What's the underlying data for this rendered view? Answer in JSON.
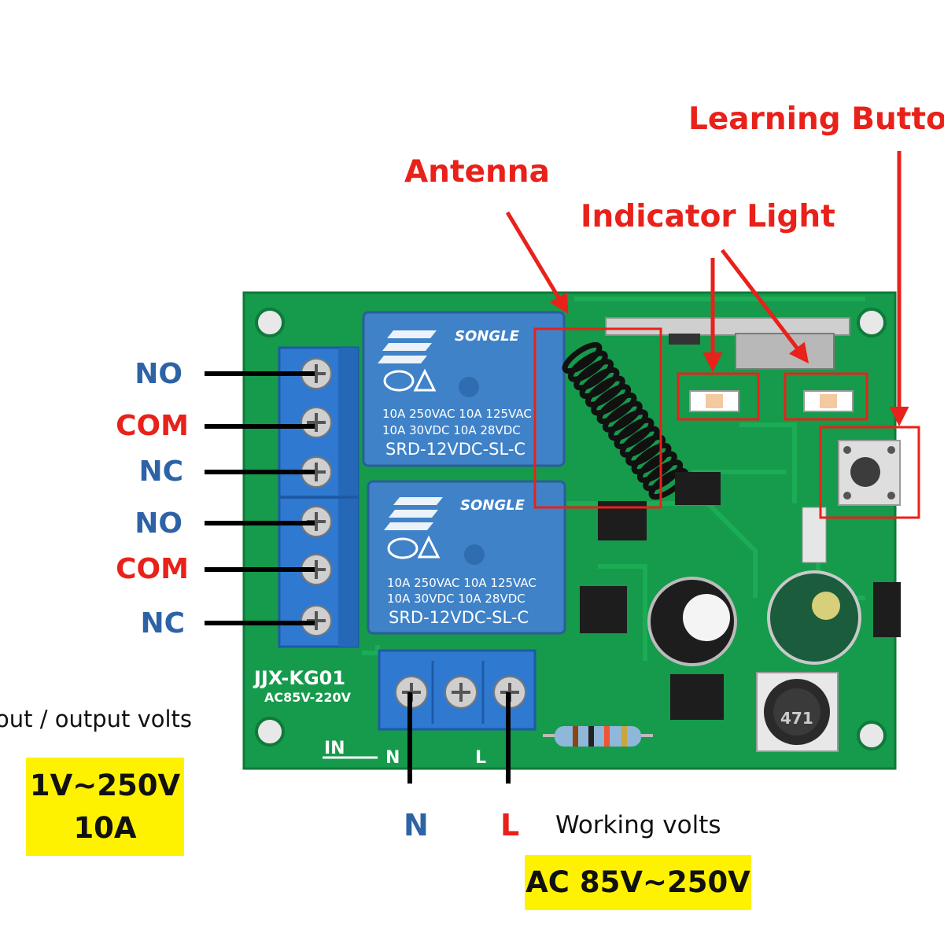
{
  "callouts": {
    "antenna": "Antenna",
    "indicator_light": "Indicator Light",
    "learning_button": "Learning Button"
  },
  "terminals": {
    "channel_1": {
      "no": "NO",
      "com": "COM",
      "nc": "NC"
    },
    "channel_2": {
      "no": "NO",
      "com": "COM",
      "nc": "NC"
    }
  },
  "power_terminals": {
    "n": "N",
    "l": "L"
  },
  "output_spec": {
    "caption": "out / output volts",
    "voltage": "1V~250V",
    "current": "10A"
  },
  "input_spec": {
    "caption": "Working volts",
    "voltage": "AC 85V~250V"
  },
  "board": {
    "model": "JJX-KG01",
    "rating": "AC85V-220V",
    "in_label": "IN",
    "n_label": "N",
    "l_label": "L",
    "relays": [
      {
        "brand": "SONGLE",
        "line1": "10A 250VAC  10A 125VAC",
        "line2": "10A  30VDC  10A  28VDC",
        "part": "SRD-12VDC-SL-C"
      },
      {
        "brand": "SONGLE",
        "line1": "10A 250VAC  10A 125VAC",
        "line2": "10A  30VDC  10A  28VDC",
        "part": "SRD-12VDC-SL-C"
      }
    ],
    "inductor_code": "471"
  },
  "colors": {
    "pcb": "#169a4c",
    "relay": "#3f82c8",
    "terminal_block": "#2f7ad0",
    "callout_red": "#e8211a",
    "label_blue": "#2d63a6",
    "highlight_yellow": "#fff200"
  }
}
